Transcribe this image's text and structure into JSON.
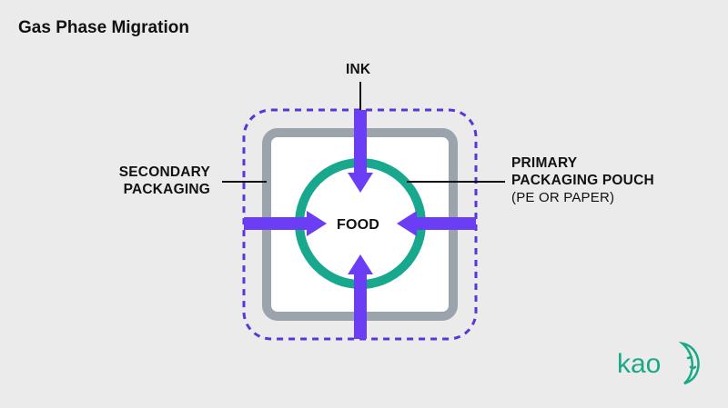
{
  "title": "Gas Phase Migration",
  "labels": {
    "ink": "INK",
    "secondary_line1": "SECONDARY",
    "secondary_line2": "PACKAGING",
    "primary_line1": "PRIMARY",
    "primary_line2": "PACKAGING POUCH",
    "primary_sub": "(PE OR PAPER)",
    "food": "FOOD"
  },
  "logo": {
    "text": "kao"
  },
  "colors": {
    "background": "#ebebeb",
    "arrow": "#6b3df5",
    "outer_dashed": "#5b36d6",
    "secondary_box": "#9ba3ad",
    "primary_circle": "#17a88e",
    "inner_fill": "#ffffff",
    "logo": "#1aa885"
  }
}
